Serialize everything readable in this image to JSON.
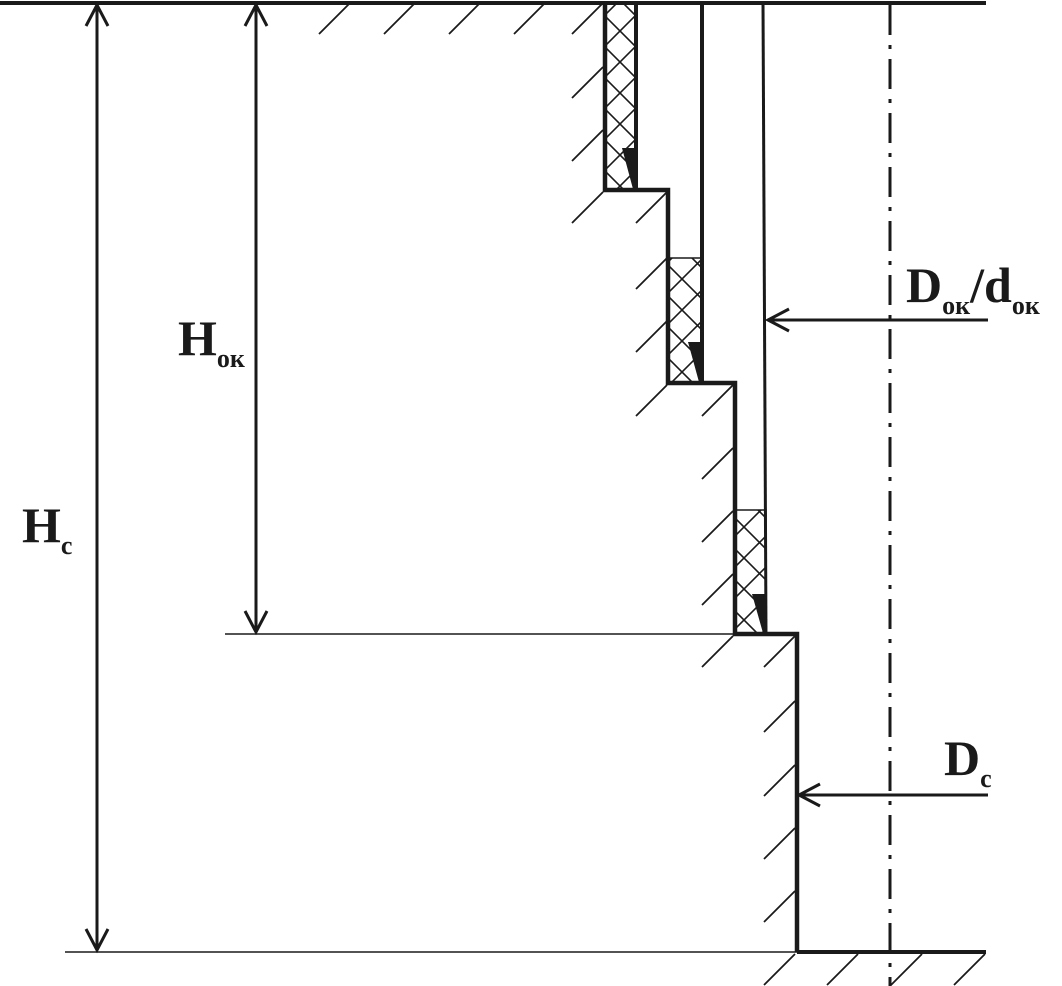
{
  "labels": {
    "h_c": {
      "main": "H",
      "sub": "c"
    },
    "h_ok": {
      "main": "H",
      "sub": "ок"
    },
    "d_ok": {
      "main": "D",
      "sub": "ок",
      "sep": "/",
      "main2": "d",
      "sub2": "ок"
    },
    "d_c": {
      "main": "D",
      "sub": "c"
    }
  },
  "colors": {
    "line": "#1a1a1a",
    "background": "#ffffff"
  }
}
